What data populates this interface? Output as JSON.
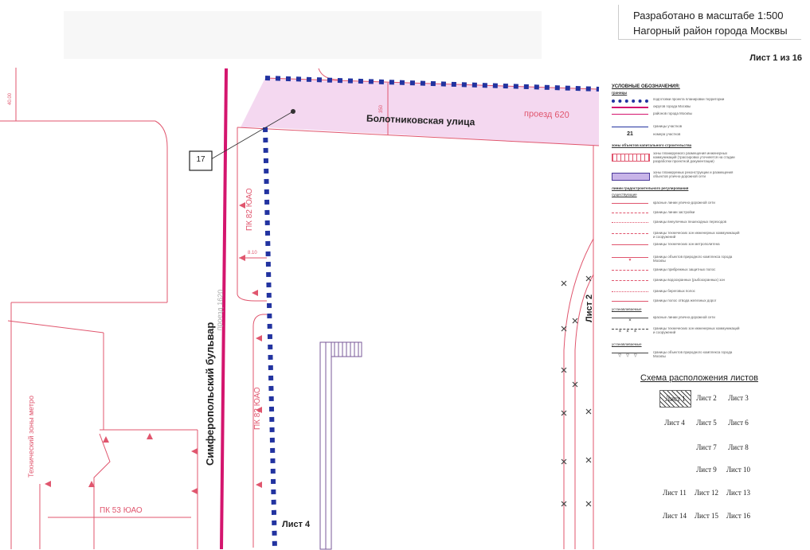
{
  "header": {
    "scale_line": "Разработано в масштабе 1:500",
    "district_line": "Нагорный район города Москвы"
  },
  "sheet": {
    "number": "Лист 1 из 16"
  },
  "map": {
    "street_main": "Болотниковская улица",
    "street_boulevard": "Симферопольский бульвар",
    "passage_620": "проезд 620",
    "passage_1620": "проезд 1620",
    "dim_top": "350",
    "dim_side": "40.00",
    "dim_small": "8.10",
    "pk_label_1": "ПК 82 ЮАО",
    "pk_label_2": "ПК 82 ЮАО",
    "pk_label_3": "ПК 53 ЮАО",
    "left_vertical_label": "Технический зоны метро",
    "callout_number": "17",
    "sheet_ref_right": "Лист 2",
    "sheet_ref_bottom": "Лист 4"
  },
  "legend": {
    "title": "УСЛОВНЫЕ ОБОЗНАЧЕНИЯ:",
    "sections": {
      "borders": "границы",
      "objects": "зоны объектов капитального строительства",
      "regulation": "линии градостроительного регулирования",
      "existing": "существующие",
      "established": "устанавливаемые"
    },
    "items": [
      "подготовки проекта планировки территории",
      "округов города Москвы",
      "районов города Москвы",
      "границы участков",
      "номера участков",
      "зоны планируемого размещения инженерных коммуникаций (трассировка уточняется на стадии разработки проектной документации)",
      "зоны планируемых реконструкции и размещения объектов улично-дорожной сети",
      "красные линии улично-дорожной сети",
      "границы линии застройки",
      "границы внеуличных пешеходных переходов",
      "границы технических зон инженерных коммуникаций и сооружений",
      "границы технических зон метрополитена",
      "границы объектов природного комплекса города Москвы",
      "границы прибрежных защитных полос",
      "границы водоохранных (рыбоохранных) зон",
      "границы береговых полос",
      "границы полос отвода железных дорог",
      "красные линии улично-дорожной сети",
      "границы технических зон инженерных коммуникаций и сооружений",
      "границы объектов природного комплекса города Москвы"
    ],
    "sample_number": "21"
  },
  "scheme": {
    "title": "Схема расположения листов",
    "sheets": [
      "Лист 1",
      "Лист 2",
      "Лист 3",
      "Лист 4",
      "Лист 5",
      "Лист 6",
      "Лист 7",
      "Лист 8",
      "Лист 9",
      "Лист 10",
      "Лист 11",
      "Лист 12",
      "Лист 13",
      "Лист 14",
      "Лист 15",
      "Лист 16"
    ]
  }
}
